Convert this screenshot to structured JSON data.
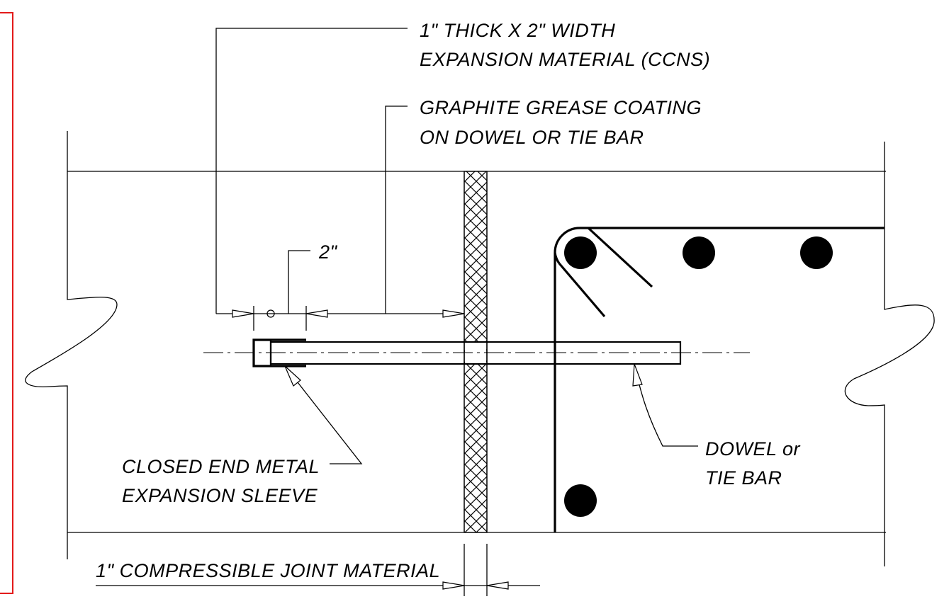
{
  "labels": {
    "expansion_line1": "1\" THICK X 2\" WIDTH",
    "expansion_line2": "EXPANSION MATERIAL (CCNS)",
    "graphite_line1": "GRAPHITE GREASE COATING",
    "graphite_line2": "ON DOWEL OR TIE BAR",
    "dimension_2in": "2\"",
    "sleeve_line1": "CLOSED END METAL",
    "sleeve_line2": "EXPANSION SLEEVE",
    "dowel_line1": "DOWEL or",
    "dowel_line2": "TIE BAR",
    "joint_material": "1\" COMPRESSIBLE JOINT MATERIAL"
  },
  "colors": {
    "line": "#000000",
    "border": "#e31a1a",
    "background": "#ffffff"
  }
}
